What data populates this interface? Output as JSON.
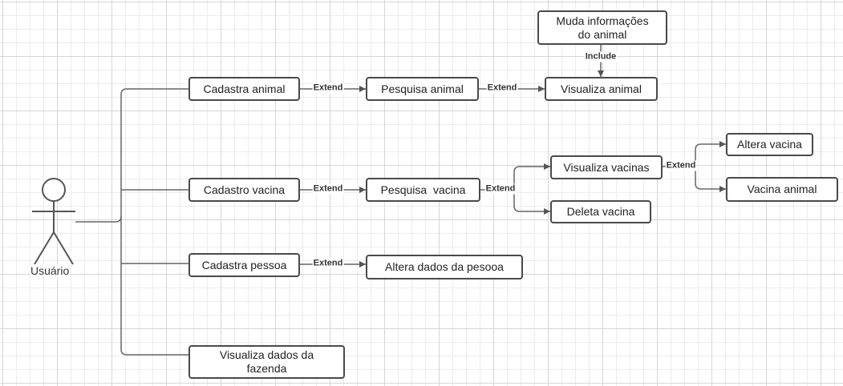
{
  "diagram": {
    "actor": {
      "name": "Usuário"
    },
    "nodes": {
      "cadastra_animal": "Cadastra animal",
      "cadastro_vacina": "Cadastro vacina",
      "cadastra_pessoa": "Cadastra pessoa",
      "visualiza_dados_fazenda": "Visualiza dados da fazenda",
      "pesquisa_animal": "Pesquisa animal",
      "pesquisa_vacina": "Pesquisa  vacina",
      "altera_dados_pessoa": "Altera dados da pesooa",
      "muda_informacoes_animal": "Muda informações do animal",
      "visualiza_animal": "Visualiza animal",
      "visualiza_vacinas": "Visualiza vacinas",
      "deleta_vacina": "Deleta vacina",
      "altera_vacina": "Altera vacina",
      "vacina_animal": "Vacina animal"
    },
    "relations": {
      "extend": "Extend",
      "include": "Include"
    }
  }
}
